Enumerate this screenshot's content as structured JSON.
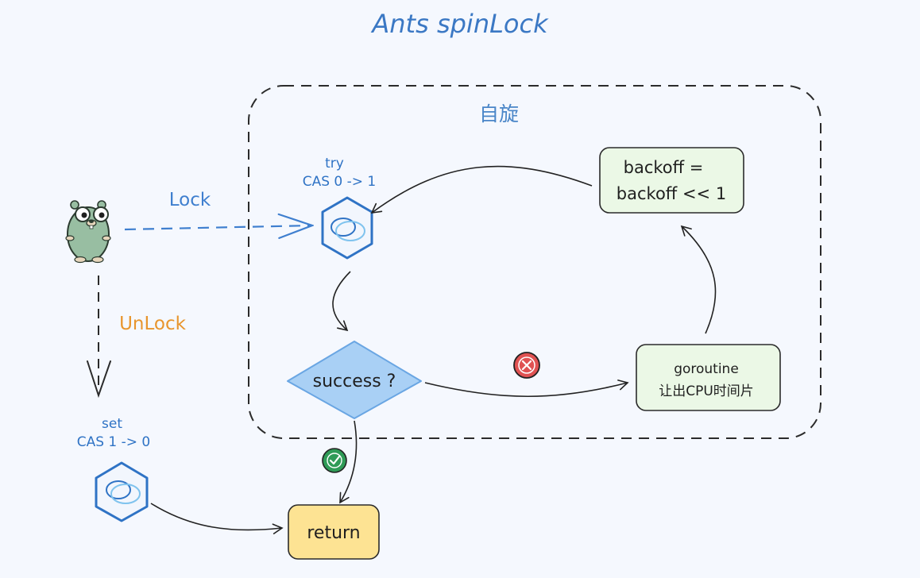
{
  "title": "Ants spinLock",
  "region_label": "自旋",
  "arrows": {
    "lock": "Lock",
    "unlock": "UnLock"
  },
  "nodes": {
    "try": {
      "line1": "try",
      "line2": "CAS 0 -> 1"
    },
    "set": {
      "line1": "set",
      "line2": "CAS 1 -> 0"
    },
    "success": {
      "label": "success ?"
    },
    "backoff": {
      "line1": "backoff =",
      "line2": "backoff << 1"
    },
    "goroutine": {
      "line1": "goroutine",
      "line2": "让出CPU时间片"
    },
    "return": {
      "label": "return"
    }
  },
  "colors": {
    "title": "#3b78c4",
    "region_label": "#4a86c8",
    "lock": "#3f7fcf",
    "unlock": "#e8952d",
    "hex_stroke": "#2f73c5",
    "hex_inner": "#7fc3ee",
    "diamond_fill": "#a9d0f5",
    "diamond_stroke": "#6aa6e3",
    "green_box_fill": "#ebf8e6",
    "return_fill": "#fde393",
    "fail": "#e05252",
    "ok": "#2f9b57",
    "gopher": "#98bea2"
  },
  "icons": {
    "mascot": "gopher-icon",
    "fail": "x-circle-icon",
    "success": "check-circle-icon"
  }
}
